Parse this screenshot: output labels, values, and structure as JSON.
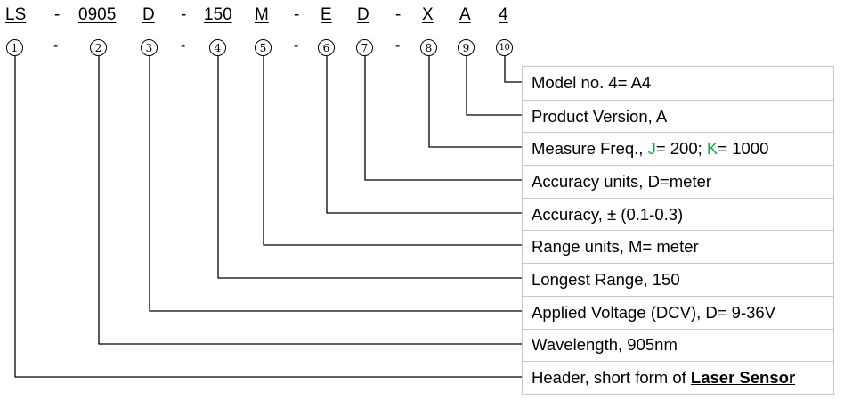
{
  "code_parts": {
    "p1": "LS",
    "p2": "0905",
    "p3": "D",
    "p4": "150",
    "p5": "M",
    "p6": "E",
    "p7": "D",
    "p8": "X",
    "p9": "A",
    "p10": "4",
    "sep": "-"
  },
  "markers": [
    "1",
    "2",
    "3",
    "4",
    "5",
    "6",
    "7",
    "8",
    "9",
    "10"
  ],
  "rows": {
    "r10": "Model no. 4= A4",
    "r9": "Product Version, A",
    "r8_prefix": "Measure Freq., ",
    "r8_j": "J",
    "r8_mid": "= 200; ",
    "r8_k": "K",
    "r8_suffix": "= 1000",
    "r7": "Accuracy units, D=meter",
    "r6": "Accuracy, ± (0.1-0.3)",
    "r5": "Range units, M= meter",
    "r4": "Longest Range, 150",
    "r3": "Applied Voltage (DCV), D= 9-36V",
    "r2": "Wavelength, 905nm",
    "r1_prefix": "Header, short form of ",
    "r1_bold": "Laser Sensor"
  },
  "colors": {
    "highlight": "#1fa84f",
    "line": "#000000",
    "border": "#c8c8c8"
  }
}
